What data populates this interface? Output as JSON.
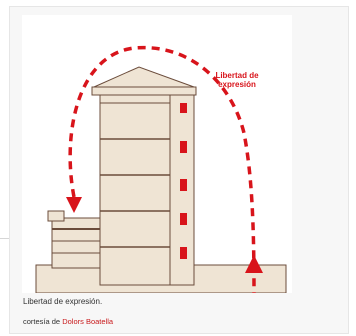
{
  "figure": {
    "image_overlay_text": [
      "Libertad de",
      "expresión"
    ],
    "caption": "Libertad de expresión.",
    "credit_prefix": "cortesía de ",
    "credit_link": "Dolors Boatella"
  },
  "colors": {
    "accent": "#d8141b",
    "building": "#efe4d4",
    "lines": "#6b4c3b",
    "background": "#f7f7f7"
  }
}
